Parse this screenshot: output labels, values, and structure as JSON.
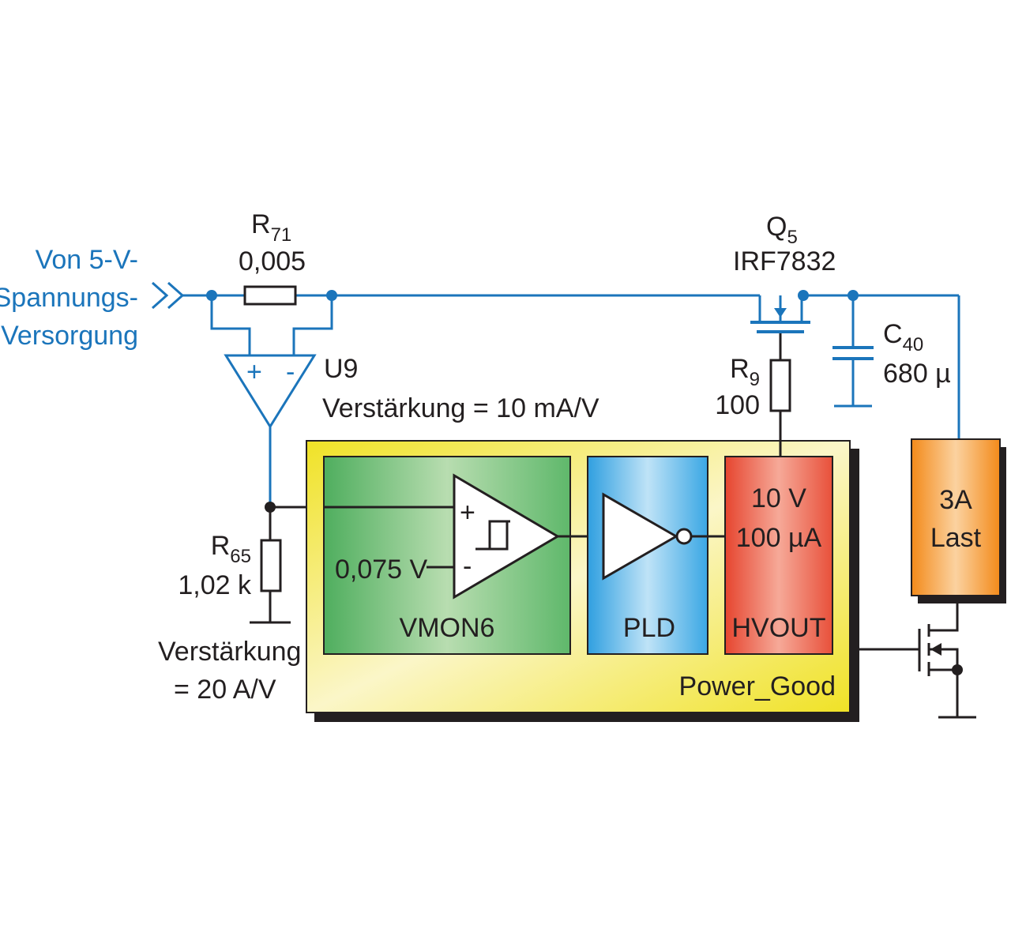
{
  "input": {
    "line1": "Von 5-V-",
    "line2": "Spannungs-",
    "line3": "Versorgung"
  },
  "r71": {
    "name": "R",
    "sub": "71",
    "value": "0,005"
  },
  "q5": {
    "name": "Q",
    "sub": "5",
    "part": "IRF7832"
  },
  "u9": {
    "name": "U9",
    "plus": "+",
    "minus": "-",
    "gain": "Verstärkung = 10 mA/V"
  },
  "r9": {
    "name": "R",
    "sub": "9",
    "value": "100"
  },
  "c40": {
    "name": "C",
    "sub": "40",
    "value": "680 µ"
  },
  "r65": {
    "name": "R",
    "sub": "65",
    "value": "1,02 k",
    "gain1": "Verstärkung",
    "gain2": "= 20 A/V"
  },
  "vmon": {
    "label": "VMON6",
    "ref": "0,075 V",
    "plus": "+",
    "minus": "-"
  },
  "pld": {
    "label": "PLD"
  },
  "hvout": {
    "line1": "10 V",
    "line2": "100 µA",
    "label": "HVOUT"
  },
  "power_good": {
    "label": "Power_Good"
  },
  "load": {
    "line1": "3A",
    "line2": "Last"
  },
  "colors": {
    "wire_blue": "#1b75bb",
    "power_good": "#f2e51c",
    "vmon": "#5db56a",
    "pld": "#4aaee8",
    "hvout": "#e8503a",
    "load": "#f7941d"
  }
}
